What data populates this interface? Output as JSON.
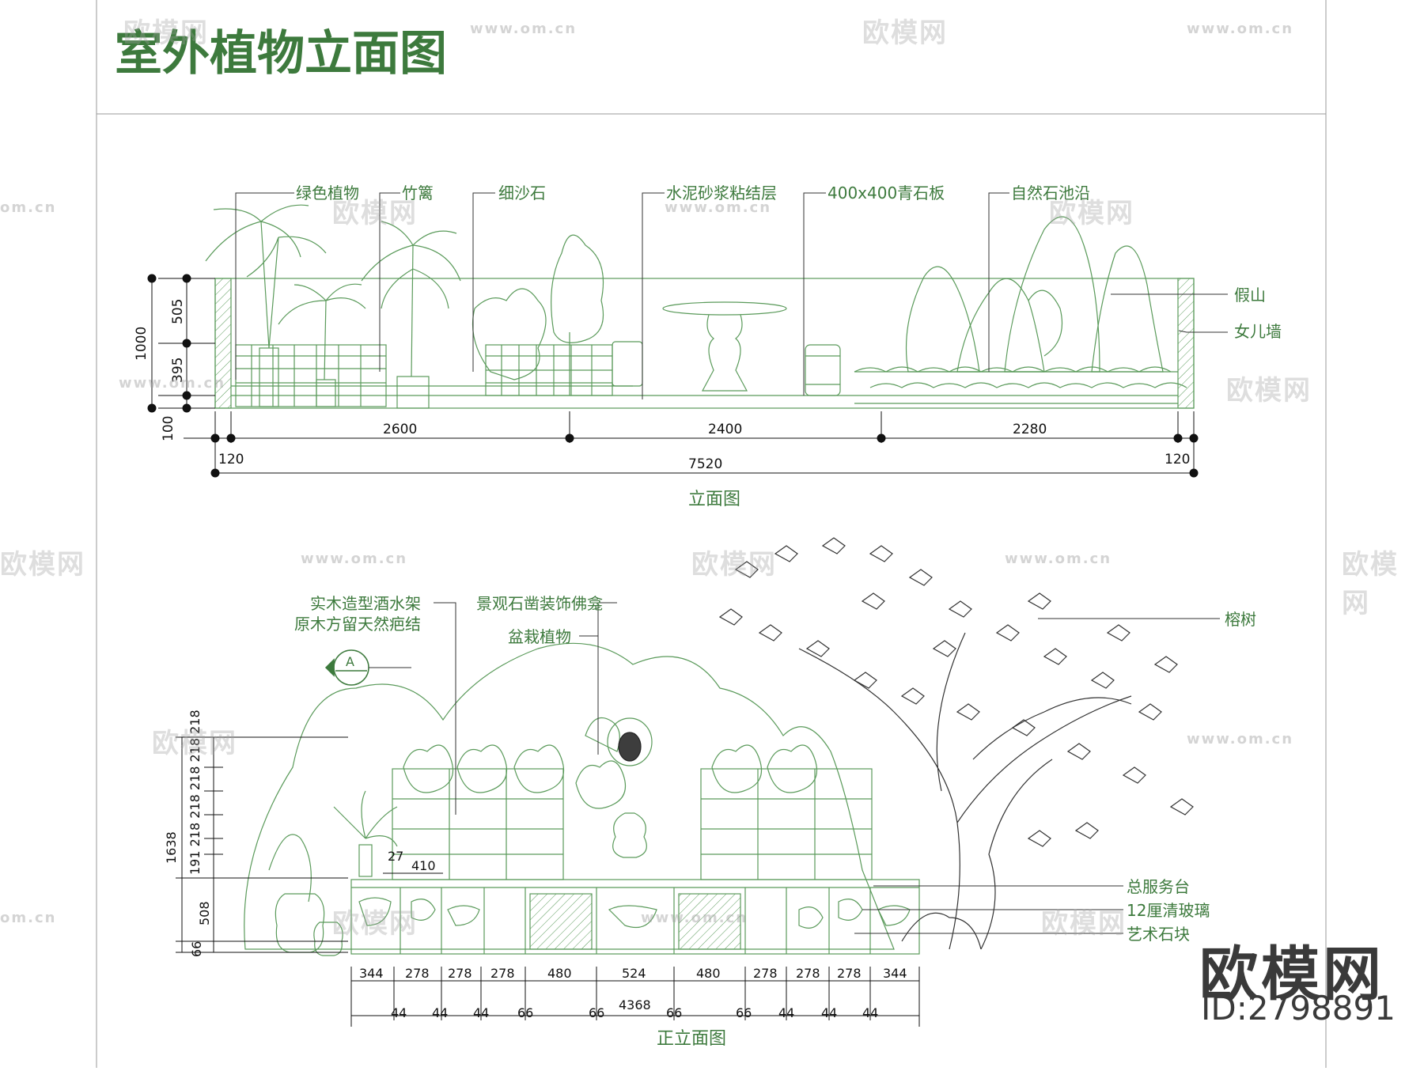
{
  "title": "室外植物立面图",
  "colors": {
    "accent": "#3d7a3d",
    "line": "#5a9a5a",
    "dim": "#111111",
    "frame": "#999999"
  },
  "elevation": {
    "caption": "立面图",
    "labels": {
      "green_plant": "绿色植物",
      "bamboo_fence": "竹篱",
      "fine_gravel": "细沙石",
      "cement_mortar": "水泥砂浆粘结层",
      "bluestone": "400x400青石板",
      "stone_edge": "自然石池沿",
      "rockery": "假山",
      "parapet": "女儿墙"
    },
    "dims": {
      "d2600": "2600",
      "d2400": "2400",
      "d2280": "2280",
      "d120a": "120",
      "d7520": "7520",
      "d120b": "120",
      "d1000": "1000",
      "d505": "505",
      "d395": "395",
      "d100": "100"
    }
  },
  "front": {
    "caption": "正立面图",
    "labels": {
      "wine_rack_1": "实木造型酒水架",
      "wine_rack_2": "原木方留天然疤结",
      "buddha_niche": "景观石凿装饰佛龛",
      "potted": "盆栽植物",
      "banyan": "榕树",
      "counter": "总服务台",
      "glass": "12厘清玻璃",
      "art_stone": "艺术石块",
      "section_mark": "A"
    },
    "bottom_dims": [
      "344",
      "278",
      "278",
      "278",
      "480",
      "524",
      "480",
      "278",
      "278",
      "278",
      "344"
    ],
    "bottom_gaps": [
      "44",
      "44",
      "44",
      "66",
      "66",
      "66",
      "66",
      "44",
      "44",
      "44"
    ],
    "total": "4368",
    "left_dims": {
      "d1638": "1638",
      "stack": "191 218 218 218 218 218",
      "d508": "508",
      "d66": "66",
      "d27": "27",
      "d410": "410"
    }
  },
  "watermarks": {
    "logo": "欧模网",
    "url": "www.om.cn",
    "url_short": "om.cn"
  },
  "brand": {
    "name": "欧模网",
    "id": "ID:2798891"
  }
}
